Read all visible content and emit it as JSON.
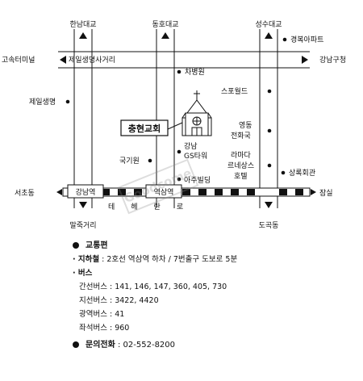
{
  "map": {
    "bridges": {
      "hannam": "한남대교",
      "dongho": "동호대교",
      "seongsu": "성수대교"
    },
    "roads": {
      "upper_road": "제일생명사거리",
      "left_end_upper": "고속터미널",
      "right_end_upper": "강남구청",
      "left_end_lower": "서초동",
      "right_end_lower": "잠실",
      "lower_road": "테헤란로",
      "bottom_left": "말죽거리",
      "bottom_right": "도곡동"
    },
    "stations": {
      "gangnam": "강남역",
      "yeoksam": "역삼역"
    },
    "landmarks": {
      "kyungbok_apt": "경복아파트",
      "cha_hospital": "차병원",
      "jeil_life": "제일생명",
      "sports_world": "스포월드",
      "yeongdong_telecom_1": "영동",
      "yeongdong_telecom_2": "전화국",
      "gukgiwon": "국기원",
      "gangnam_gs_1": "강남",
      "gangnam_gs_2": "GS타워",
      "renaissance_1": "라마다",
      "renaissance_2": "르네상스",
      "renaissance_3": "호텔",
      "sangrok": "상록회관",
      "ajou": "아주빌딩"
    },
    "church_label": "충현교회",
    "watermark": "Goodcome"
  },
  "info": {
    "transport_heading": "교통편",
    "subway_label": "· 지하철",
    "subway_text": " : 2호선 역삼역 하차 / 7번출구 도보로 5분",
    "bus_label": "· 버스",
    "bus_lines": [
      {
        "type": "간선버스",
        "routes": "141, 146, 147, 360, 405, 730"
      },
      {
        "type": "지선버스",
        "routes": "3422, 4420"
      },
      {
        "type": "광역버스",
        "routes": "41"
      },
      {
        "type": "좌석버스",
        "routes": "960"
      }
    ],
    "contact_label": "문의전화",
    "contact_text": " : 02-552-8200"
  }
}
